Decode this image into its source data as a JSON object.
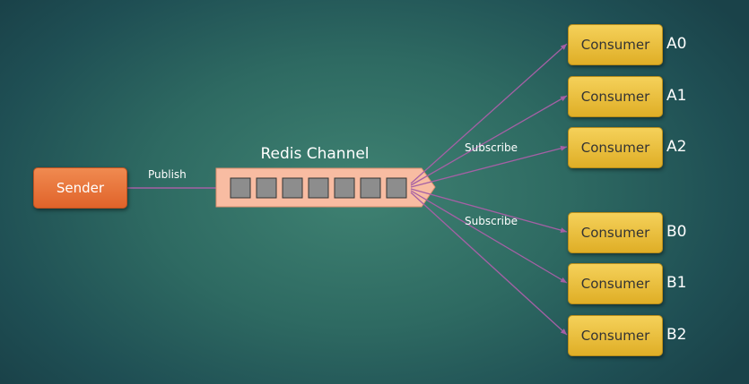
{
  "sender": {
    "label": "Sender"
  },
  "publish_label": "Publish",
  "channel": {
    "title": "Redis Channel",
    "slot_count": 7
  },
  "subscribe_labels": [
    "Subscribe",
    "Subscribe"
  ],
  "consumers": [
    {
      "label": "Consumer",
      "id": "A0"
    },
    {
      "label": "Consumer",
      "id": "A1"
    },
    {
      "label": "Consumer",
      "id": "A2"
    },
    {
      "label": "Consumer",
      "id": "B0"
    },
    {
      "label": "Consumer",
      "id": "B1"
    },
    {
      "label": "Consumer",
      "id": "B2"
    }
  ],
  "colors": {
    "sender": "#e8733a",
    "consumer": "#eec13e",
    "channel": "#f7b79c",
    "arrow": "#9a5c9a"
  }
}
